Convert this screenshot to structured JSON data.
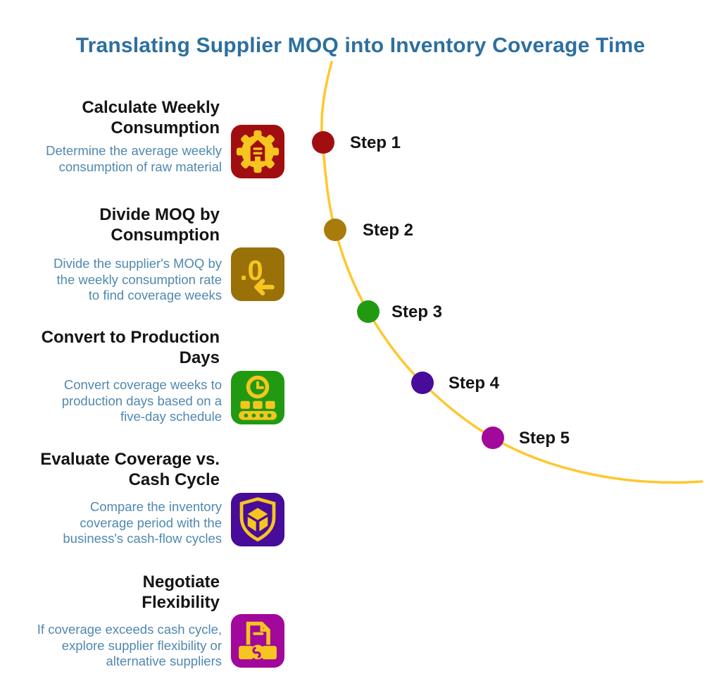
{
  "title": "Translating Supplier MOQ into Inventory Coverage Time",
  "colors": {
    "title_blue": "#2D6F9F",
    "description_blue": "#5088B0",
    "curve_yellow": "#FFC72E",
    "icon_glyph_yellow": "#F6C51F",
    "step1": "#A10E10",
    "step2": "#9A7109",
    "step3": "#219A12",
    "step4": "#470C99",
    "step5": "#A2089B"
  },
  "steps": [
    {
      "label": "Step 1",
      "title": "Calculate Weekly\nConsumption",
      "description": "Determine the average weekly\nconsumption of raw material",
      "color": "#A10E10",
      "icon": "gear-factory-icon"
    },
    {
      "label": "Step 2",
      "title": "Divide MOQ by\nConsumption",
      "description": "Divide the supplier's MOQ by\nthe weekly consumption rate\nto find coverage weeks",
      "color": "#9A7109",
      "icon": "decimal-decrease-icon"
    },
    {
      "label": "Step 3",
      "title": "Convert to Production\nDays",
      "description": "Convert coverage weeks to\nproduction days based on a\nfive-day schedule",
      "color": "#219A12",
      "icon": "clock-conveyor-icon"
    },
    {
      "label": "Step 4",
      "title": "Evaluate Coverage vs.\nCash Cycle",
      "description": "Compare the inventory\ncoverage period with the\nbusiness's cash-flow cycles",
      "color": "#470C99",
      "icon": "shield-hand-icon"
    },
    {
      "label": "Step 5",
      "title": "Negotiate\nFlexibility",
      "description": "If coverage exceeds cash cycle,\nexplore supplier flexibility or\nalternative suppliers",
      "color": "#A2089B",
      "icon": "document-handshake-icon"
    }
  ]
}
